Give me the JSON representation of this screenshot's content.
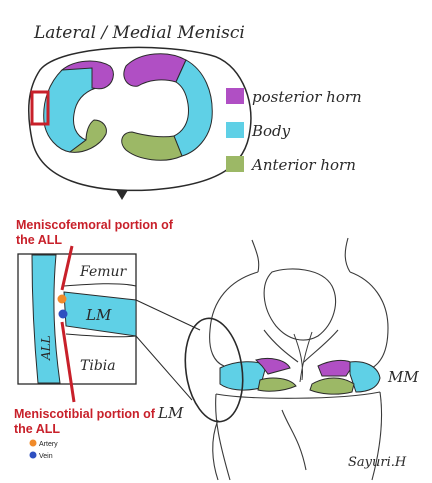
{
  "title": "Lateral / Medial Menisci",
  "legend": [
    {
      "label": "posterior horn",
      "color": "#b04fc4"
    },
    {
      "label": "Body",
      "color": "#5fd0e6"
    },
    {
      "label": "Anterior horn",
      "color": "#9cb866"
    }
  ],
  "colors": {
    "posterior": "#b04fc4",
    "body": "#5fd0e6",
    "anterior": "#9cb866",
    "annotation_red": "#c8202a",
    "artery": "#f08a2a",
    "vein": "#2e4fc0",
    "ink": "#2a2a2a"
  },
  "annotations": {
    "meniscofemoral": {
      "line1": "Meniscofemoral portion of",
      "line2": "the ALL"
    },
    "meniscotibial": {
      "line1": "Meniscotibial portion of",
      "line2": "the ALL"
    }
  },
  "inset_labels": {
    "femur": "Femur",
    "lm": "LM",
    "tibia": "Tibia",
    "all": "ALL"
  },
  "dot_legend": {
    "artery": "Artery",
    "vein": "Vein"
  },
  "knee_labels": {
    "lm": "LM",
    "mm": "MM",
    "signature": "Sayuri.H"
  }
}
